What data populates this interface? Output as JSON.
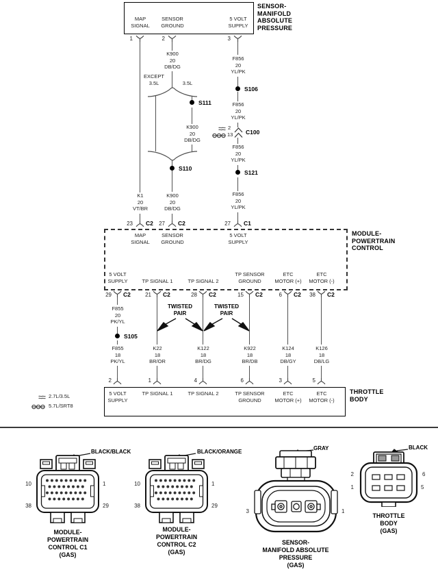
{
  "colors": {
    "ink": "#1a1a1a",
    "wire": "#4f4f4f",
    "paper": "#ffffff"
  },
  "map_sensor_box": {
    "title": "SENSOR-\nMANIFOLD\nABSOLUTE\nPRESSURE",
    "pin1_num": "1",
    "pin1_label": "MAP\nSIGNAL",
    "pin2_num": "2",
    "pin2_label": "SENSOR\nGROUND",
    "pin3_num": "3",
    "pin3_label": "5 VOLT\nSUPPLY"
  },
  "wires": {
    "k900": "K900\n20\nDB/DG",
    "f856": "F856\n20\nYL/PK",
    "k1": "K1\n20\nVT/BR",
    "f855_20": "F855\n20\nPK/YL",
    "f855_18": "F855\n18\nPK/YL",
    "k22": "K22\n18\nBR/OR",
    "k122": "K122\n18\nBR/DG",
    "k922": "K922\n18\nBR/DB",
    "k124": "K124\n18\nDB/GY",
    "k126": "K126\n18\nDB/LG"
  },
  "branch": {
    "left_label": "EXCEPT\n3.5L",
    "right_label": "3.5L"
  },
  "splices": {
    "s106": "S106",
    "s111": "S111",
    "s110": "S110",
    "s121": "S121",
    "s105": "S105"
  },
  "c100": {
    "name": "C100",
    "variant1_pin": "2",
    "variant2_pin": "13"
  },
  "pcm": {
    "title": "MODULE-\nPOWERTRAIN\nCONTROL",
    "in1_num": "23",
    "in1_conn": "C2",
    "in1_label": "MAP\nSIGNAL",
    "in2_num": "27",
    "in2_conn": "C2",
    "in2_label": "SENSOR\nGROUND",
    "in3_num": "27",
    "in3_conn": "C1",
    "in3_label": "5 VOLT\nSUPPLY",
    "out": [
      {
        "num": "29",
        "conn": "C2",
        "label": "5 VOLT\nSUPPLY"
      },
      {
        "num": "21",
        "conn": "C2",
        "label": "TP SIGNAL 1"
      },
      {
        "num": "28",
        "conn": "C2",
        "label": "TP SIGNAL 2"
      },
      {
        "num": "15",
        "conn": "C2",
        "label": "TP SENSOR\nGROUND"
      },
      {
        "num": "6",
        "conn": "C2",
        "label": "ETC\nMOTOR (+)"
      },
      {
        "num": "38",
        "conn": "C2",
        "label": "ETC\nMOTOR (-)"
      }
    ]
  },
  "twisted_pair_label": "TWISTED\nPAIR",
  "throttle": {
    "title": "THROTTLE\nBODY",
    "pins": [
      {
        "num": "2",
        "label": "5 VOLT\nSUPPLY"
      },
      {
        "num": "1",
        "label": "TP SIGNAL 1"
      },
      {
        "num": "4",
        "label": "TP SIGNAL 2"
      },
      {
        "num": "6",
        "label": "TP SENSOR\nGROUND"
      },
      {
        "num": "3",
        "label": "ETC\nMOTOR (+)"
      },
      {
        "num": "5",
        "label": "ETC\nMOTOR (-)"
      }
    ]
  },
  "legend": {
    "item1": "2.7L/3.5L",
    "item2": "5.7L/SRT8"
  },
  "connector_views": {
    "c1": {
      "wire_color": "BLACK/BLACK",
      "caption": "MODULE-\nPOWERTRAIN\nCONTROL C1\n(GAS)",
      "tl": "10",
      "tr": "1",
      "bl": "38",
      "br": "29"
    },
    "c2": {
      "wire_color": "BLACK/ORANGE",
      "caption": "MODULE-\nPOWERTRAIN\nCONTROL C2\n(GAS)",
      "tl": "10",
      "tr": "1",
      "bl": "38",
      "br": "29"
    },
    "map": {
      "wire_color": "GRAY",
      "caption": "SENSOR-\nMANIFOLD ABSOLUTE\nPRESSURE\n(GAS)",
      "l": "3",
      "r": "1"
    },
    "tb": {
      "wire_color": "BLACK",
      "caption": "THROTTLE\nBODY\n(GAS)",
      "tl": "2",
      "tr": "6",
      "bl": "1",
      "br": "5"
    }
  }
}
